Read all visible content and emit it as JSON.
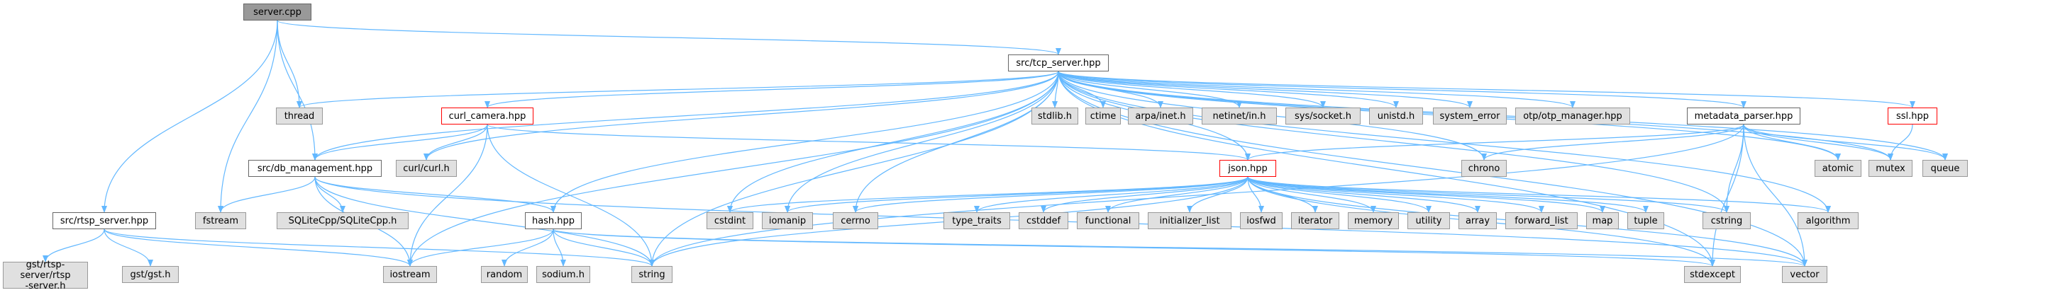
{
  "colors": {
    "edge": "#63b8ff",
    "root_fill": "#999999",
    "file_fill": "#ffffff",
    "system_fill": "#e0e0e0",
    "red_border": "#ff0000"
  },
  "nodes": {
    "server_cpp": "server.cpp",
    "tcp_server": "src/tcp_server.hpp",
    "thread": "thread",
    "curl_camera": "curl_camera.hpp",
    "stdlib": "stdlib.h",
    "ctime": "ctime",
    "arpa_inet": "arpa/inet.h",
    "netinet_in": "netinet/in.h",
    "sys_socket": "sys/socket.h",
    "unistd": "unistd.h",
    "system_error": "system_error",
    "otp_manager": "otp/otp_manager.hpp",
    "metadata_parser": "metadata_parser.hpp",
    "ssl": "ssl.hpp",
    "db_management": "src/db_management.hpp",
    "curl_curl": "curl/curl.h",
    "json": "json.hpp",
    "chrono": "chrono",
    "atomic": "atomic",
    "mutex": "mutex",
    "queue": "queue",
    "rtsp_server": "src/rtsp_server.hpp",
    "fstream": "fstream",
    "sqlitecpp": "SQLiteCpp/SQLiteCpp.h",
    "hash": "hash.hpp",
    "cstdint": "cstdint",
    "iomanip": "iomanip",
    "cerrno": "cerrno",
    "type_traits": "type_traits",
    "cstddef": "cstddef",
    "functional": "functional",
    "initializer_list": "initializer_list",
    "iosfwd": "iosfwd",
    "iterator": "iterator",
    "memory": "memory",
    "utility": "utility",
    "array": "array",
    "forward_list": "forward_list",
    "map": "map",
    "tuple": "tuple",
    "cstring": "cstring",
    "algorithm": "algorithm",
    "gst_rtsp": "gst/rtsp-server/rtsp\n-server.h",
    "gst_gst": "gst/gst.h",
    "iostream": "iostream",
    "random": "random",
    "sodium": "sodium.h",
    "string": "string",
    "stdexcept": "stdexcept",
    "vector": "vector"
  }
}
